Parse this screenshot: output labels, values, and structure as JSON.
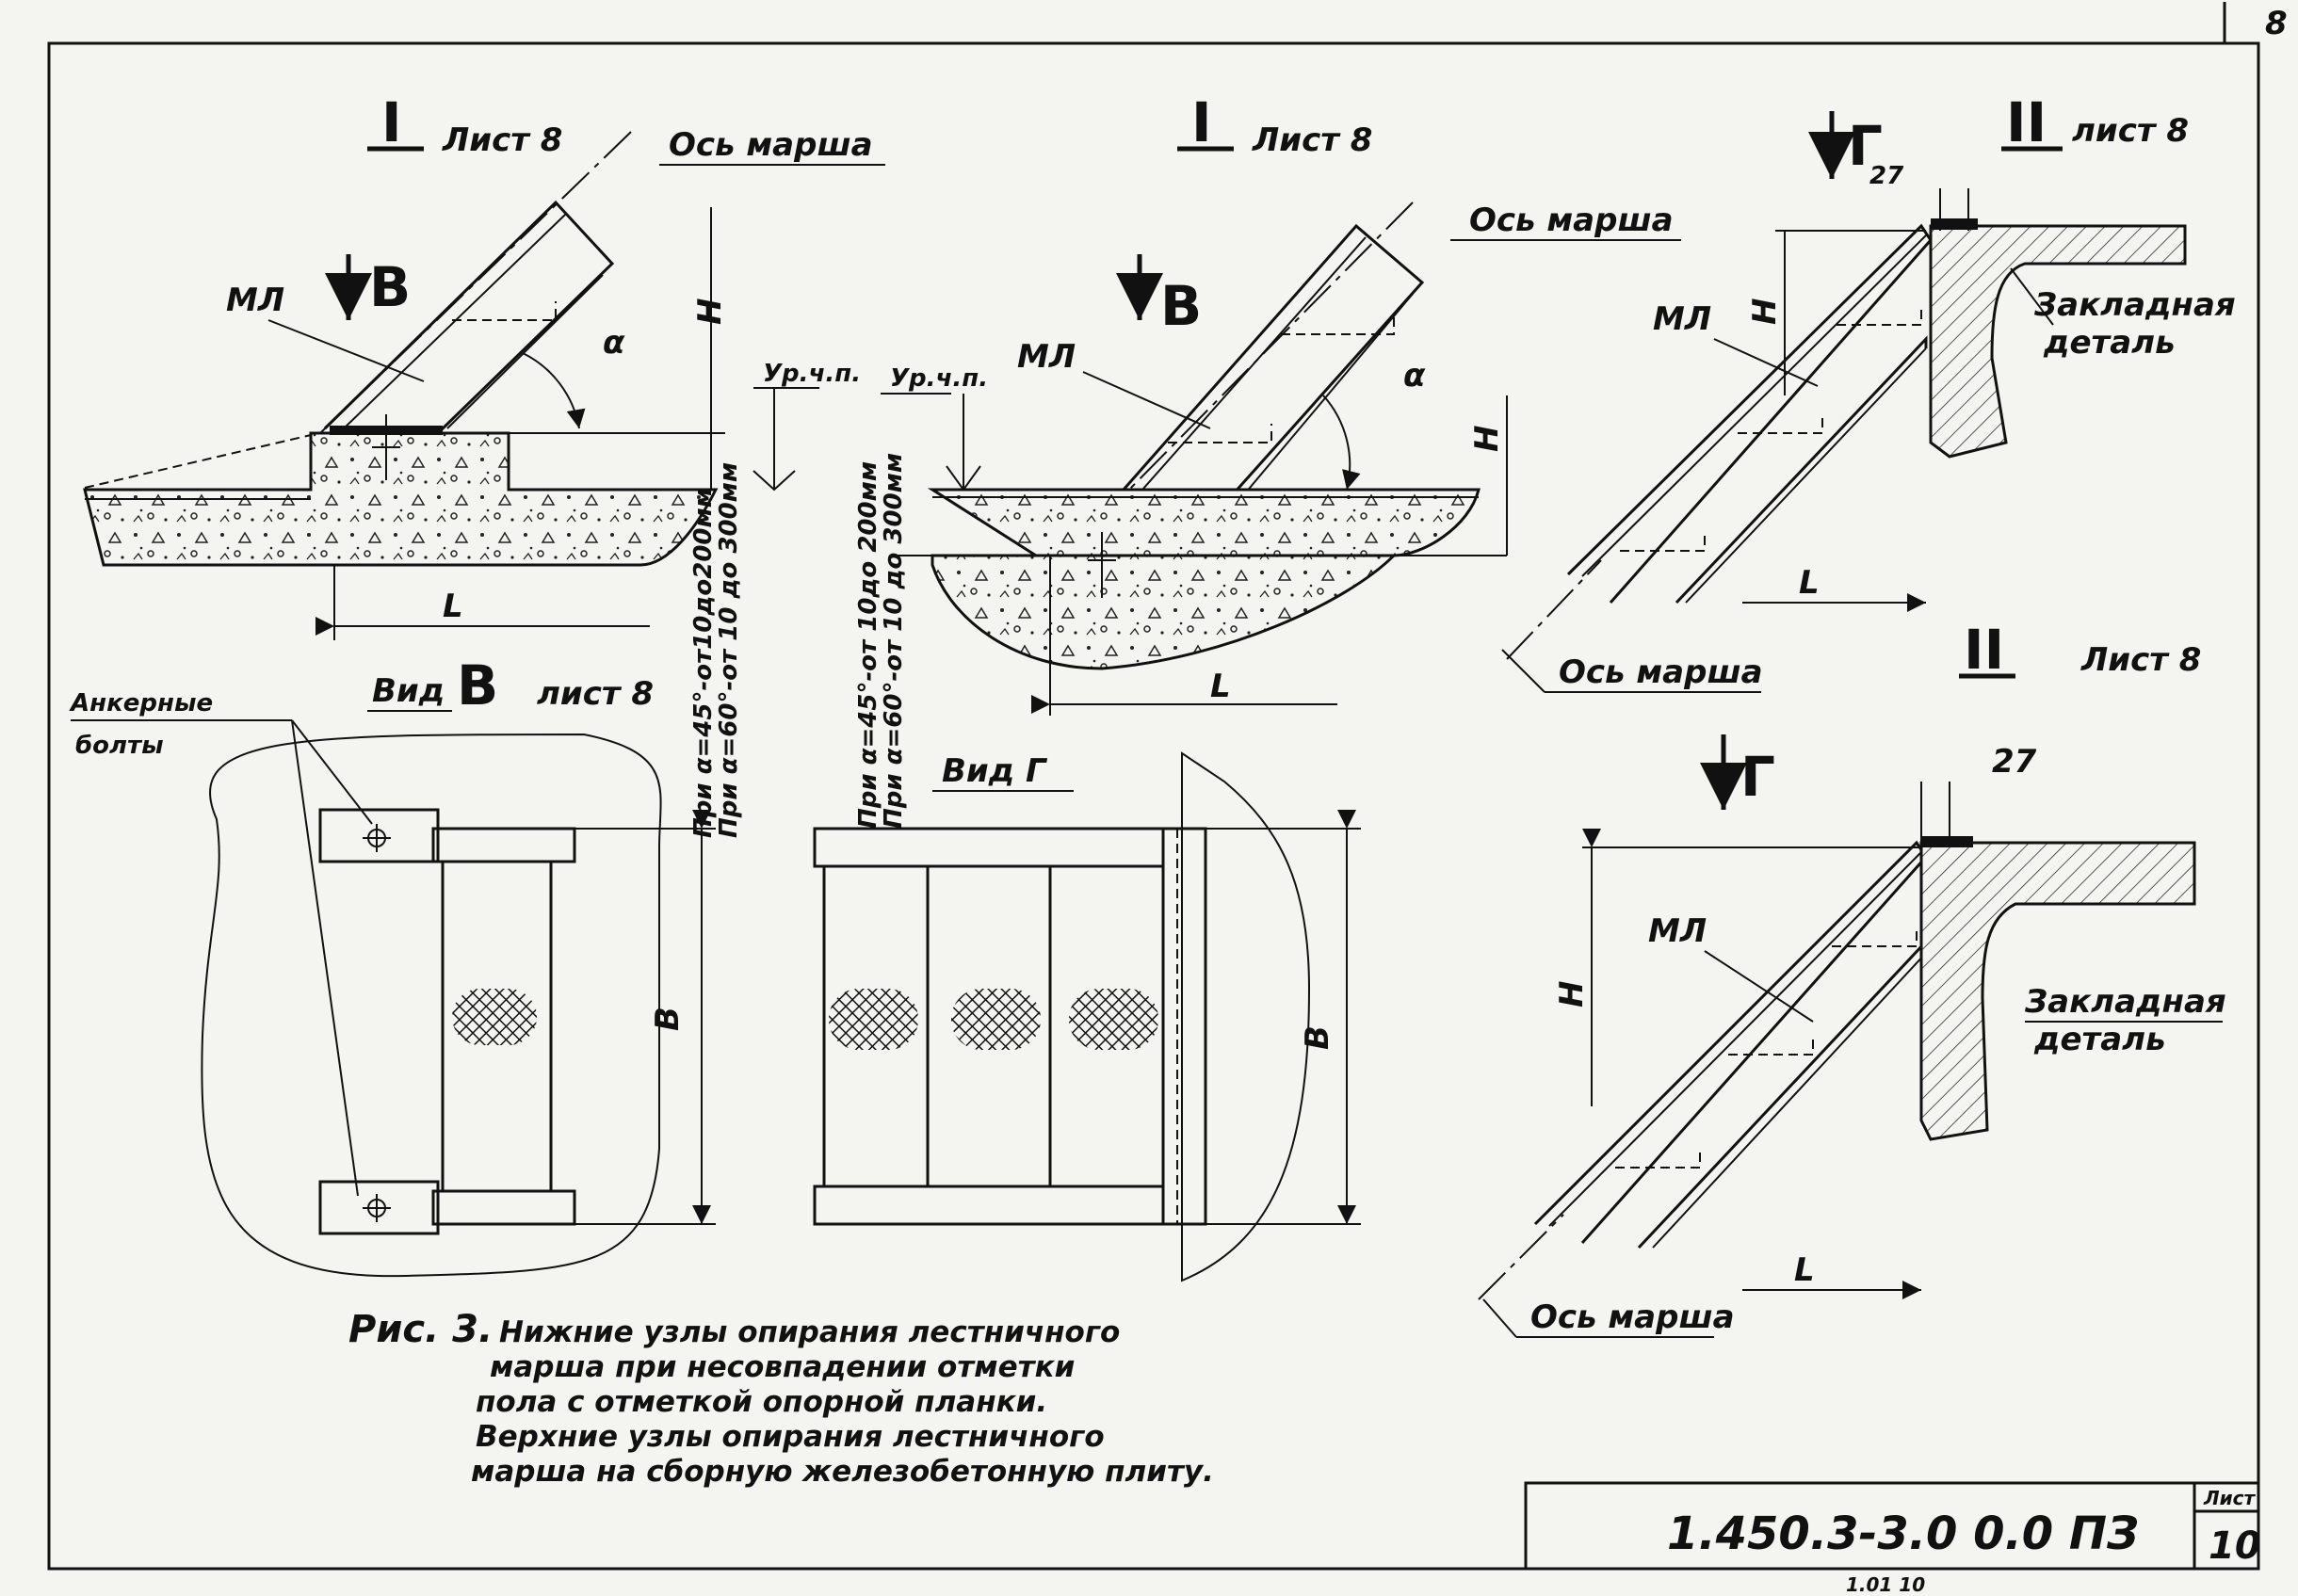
{
  "page_number": "8",
  "views": {
    "top_left": {
      "section": "I",
      "sheet": "Лист 8",
      "axis": "Ось марша",
      "view_arrow": "В",
      "member": "МЛ",
      "angle": "α",
      "height": "Н",
      "floor_mark": "Ур.ч.п.",
      "length": "L",
      "note_45": "При α=45°-от10до200мм",
      "note_60": "При α=60°-от 10 до 300мм"
    },
    "top_mid": {
      "section": "I",
      "sheet": "Лист 8",
      "axis": "Ось марша",
      "view_arrow": "В",
      "member": "МЛ",
      "angle": "α",
      "height": "Н",
      "floor_mark": "Ур.ч.п.",
      "length": "L",
      "note_45": "При α=45°-от 10до 200мм",
      "note_60": "При α=60°-от 10 до 300мм"
    },
    "top_right": {
      "section": "II",
      "sheet": "лист 8",
      "view_arrow": "Г",
      "arrow_dim": "27",
      "member": "МЛ",
      "height": "Н",
      "embed_1": "Закладная",
      "embed_2": "деталь",
      "length": "L",
      "axis": "Ось марша"
    },
    "bottom_right": {
      "section": "II",
      "sheet": "Лист 8",
      "view_arrow": "Г",
      "dim": "27",
      "member": "МЛ",
      "height": "Н",
      "embed_1": "Закладная",
      "embed_2": "деталь",
      "length": "L",
      "axis": "Ось марша"
    },
    "view_b": {
      "title_prefix": "Вид",
      "title_letter": "В",
      "sheet": "лист 8",
      "anchor_1": "Анкерные",
      "anchor_2": "болты",
      "width": "В"
    },
    "view_g": {
      "title": "Вид Г",
      "width": "В"
    }
  },
  "caption": {
    "fig": "Рис. 3.",
    "lines": [
      "Нижние узлы опирания лестничного",
      "марша при несовпадении отметки",
      "пола с отметкой опорной планки.",
      "Верхние узлы опирания лестничного",
      "марша на сборную железобетонную плиту."
    ]
  },
  "title_block": {
    "code": "1.450.3-3.0 0.0 ПЗ",
    "sheet_label": "Лист",
    "sheet_no": "10",
    "stamp": "1.01 10"
  }
}
